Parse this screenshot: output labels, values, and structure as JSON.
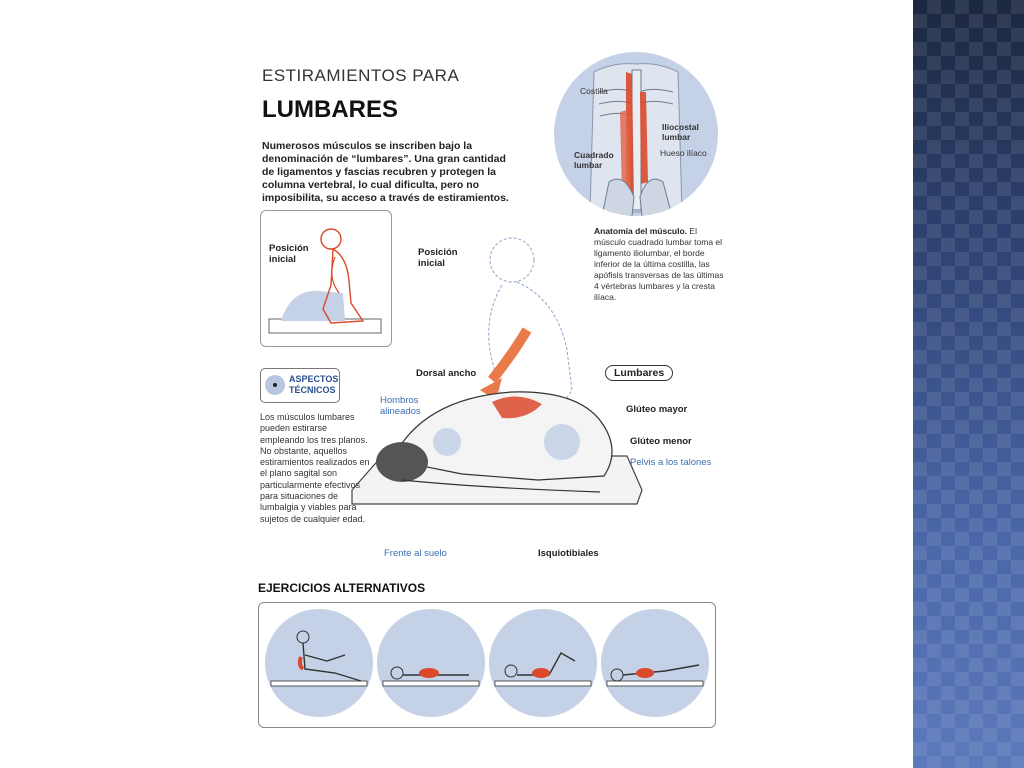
{
  "page": {
    "kicker": "ESTIRAMIENTOS PARA",
    "title": "LUMBARES",
    "intro": "Numerosos músculos se inscriben bajo la denominación de “lumbares”. Una gran cantidad de ligamentos y fascias recubren y protegen la columna vertebral, lo cual dificulta, pero no imposibilita, su acceso a través de estiramientos."
  },
  "anatomy": {
    "labels": {
      "costilla": "Costilla",
      "iliocostal": "Iliocostal lumbar",
      "cuadrado": "Cuadrado lumbar",
      "hueso": "Hueso ilíaco"
    },
    "desc_bold": "Anatomía del músculo.",
    "desc_text": " El músculo cuadrado lumbar toma el ligamento iliolumbar, el borde inferior de la última costilla, las apófisis transversas de las últimas 4 vértebras lumbares y la cresta ilíaca."
  },
  "inset": {
    "label": "Posición inicial"
  },
  "main_figure": {
    "posicion_inicial": "Posición inicial",
    "dorsal_ancho": "Dorsal ancho",
    "lumbares": "Lumbares",
    "hombros": "Hombros alineados",
    "gluteo_mayor": "Glúteo mayor",
    "gluteo_menor": "Glúteo menor",
    "pelvis": "Pelvis a los talones",
    "frente": "Frente al suelo",
    "isquiotibiales": "Isquiotibiales"
  },
  "technical": {
    "title": "ASPECTOS TÉCNICOS",
    "text": "Los músculos lumbares pueden estirarse empleando los tres planos. No obstante, aquellos estiramientos realizados en el plano sagital son particularmente efectivos para situaciones de lumbalgia y viables para sujetos de cualquier edad."
  },
  "alternatives": {
    "title": "EJERCICIOS ALTERNATIVOS"
  },
  "colors": {
    "accent_blue": "#3a6fb3",
    "circle_fill": "#c5d1e6",
    "muscle_red": "#d9492b"
  }
}
